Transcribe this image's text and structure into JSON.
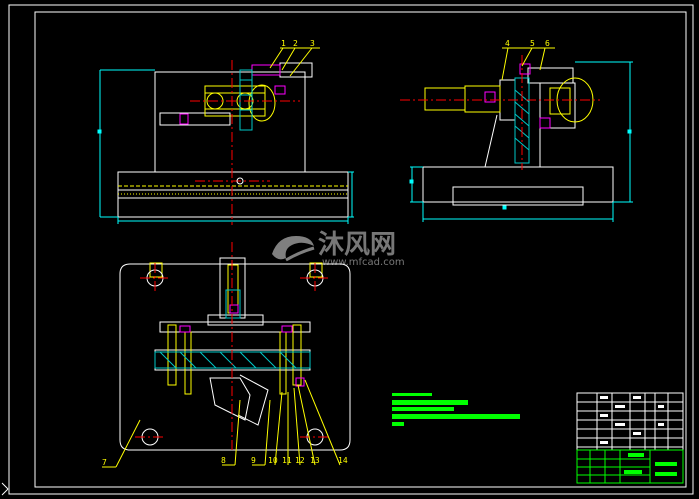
{
  "drawing": {
    "background": "#000000",
    "colors": {
      "outline": "#ffffff",
      "dimension": "#00ffff",
      "centerline": "#ff0000",
      "callout": "#ffff00",
      "part": "#ffff00",
      "hatch": "#00c8c8",
      "notes": "#00ff00",
      "magenta": "#ff00ff"
    }
  },
  "callouts": {
    "c1": "1",
    "c2": "2",
    "c3": "3",
    "c4": "4",
    "c5": "5",
    "c6": "6",
    "c7": "7",
    "c8": "8",
    "c9": "9",
    "c10": "10",
    "c11": "11",
    "c12": "12",
    "c13": "13",
    "c14": "14"
  },
  "watermark": {
    "text": "沐风网",
    "url": "www.mfcad.com",
    "logo_icon": "mf-logo-icon"
  }
}
